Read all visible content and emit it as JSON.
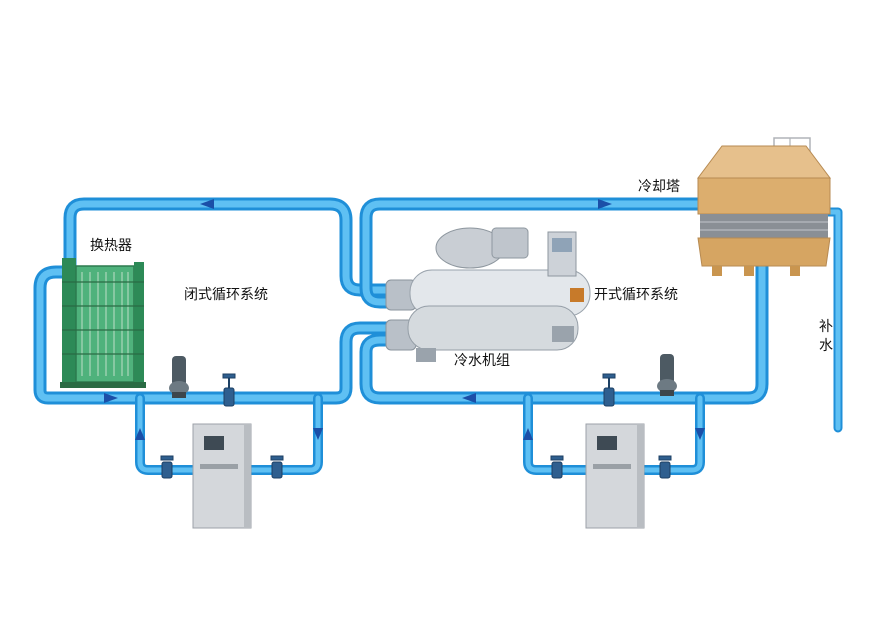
{
  "labels": {
    "heat_exchanger": "换热器",
    "closed_loop": "闭式循环系统",
    "chiller": "冷水机组",
    "cooling_tower": "冷却塔",
    "open_loop": "开式循环系统",
    "makeup_water": "补水"
  },
  "colors": {
    "pipe": "#4db4ee",
    "pipe_edge": "#1f8fd8",
    "arrow": "#1b4fa8",
    "heat_exchanger": "#3aa36a",
    "cooling_tower": "#d8a86a",
    "chiller": "#d9dde2",
    "control_cabinet": "#d4d7db"
  },
  "icons": [
    "flow-arrow-icon",
    "valve-icon",
    "pump-icon"
  ]
}
